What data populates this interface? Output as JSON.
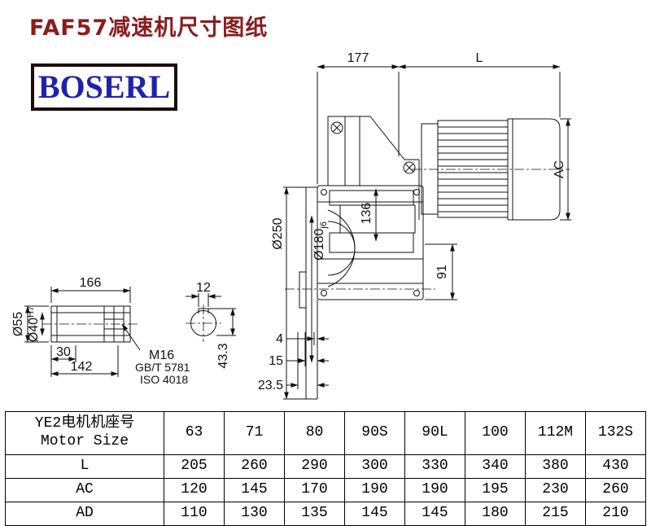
{
  "page": {
    "title": "FAF57减速机尺寸图纸",
    "logo": "BOSERL"
  },
  "drawing": {
    "dims": {
      "d177": "177",
      "dL": "L",
      "dAC": "AC",
      "d250": "Ø250",
      "d180": "Ø180",
      "d180t": "j6",
      "d136": "136",
      "d91": "91",
      "d4": "4",
      "d15": "15",
      "d235": "23.5",
      "d166": "166",
      "d30": "30",
      "d142": "142",
      "d55": "Ø55",
      "d40": "Ø40",
      "d40t": "H7",
      "d12": "12",
      "d433": "43.3",
      "m16": "M16",
      "gb": "GB/T 5781",
      "iso": "ISO 4018"
    }
  },
  "table": {
    "header_cn": "YE2电机机座号",
    "header_en": "Motor Size",
    "sizes": [
      "63",
      "71",
      "80",
      "90S",
      "90L",
      "100",
      "112M",
      "132S"
    ],
    "rows": [
      {
        "label": "L",
        "values": [
          "205",
          "260",
          "290",
          "300",
          "330",
          "340",
          "380",
          "430"
        ]
      },
      {
        "label": "AC",
        "values": [
          "120",
          "145",
          "170",
          "190",
          "190",
          "195",
          "230",
          "260"
        ]
      },
      {
        "label": "AD",
        "values": [
          "110",
          "130",
          "135",
          "145",
          "145",
          "180",
          "215",
          "210"
        ]
      }
    ]
  }
}
